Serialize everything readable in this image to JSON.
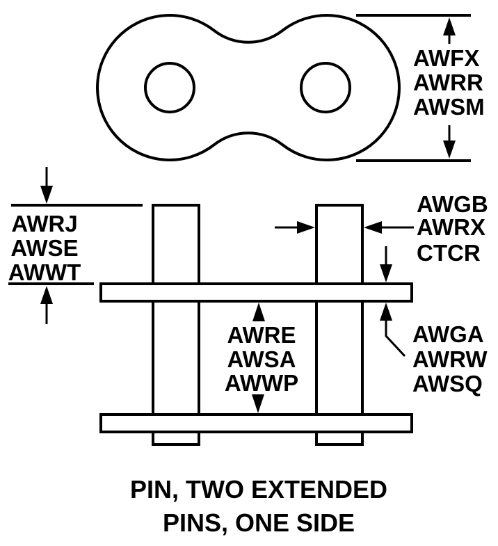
{
  "colors": {
    "ink": "#000000",
    "paper": "#ffffff"
  },
  "caption": {
    "line1": "PIN, TWO EXTENDED",
    "line2": "PINS, ONE SIDE"
  },
  "top_view": {
    "description": "link plate top view with two pin holes",
    "plate_width_labels": [
      "AWFX",
      "AWRR",
      "AWSM"
    ]
  },
  "front_view": {
    "description": "side view: two pins through two link plates",
    "pin_extension_labels": [
      "AWRJ",
      "AWSE",
      "AWWT"
    ],
    "pin_diameter_labels": [
      "AWGB",
      "AWRX",
      "CTCR"
    ],
    "inner_width_labels": [
      "AWRE",
      "AWSA",
      "AWWP"
    ],
    "plate_thickness_labels": [
      "AWGA",
      "AWRW",
      "AWSQ"
    ]
  }
}
